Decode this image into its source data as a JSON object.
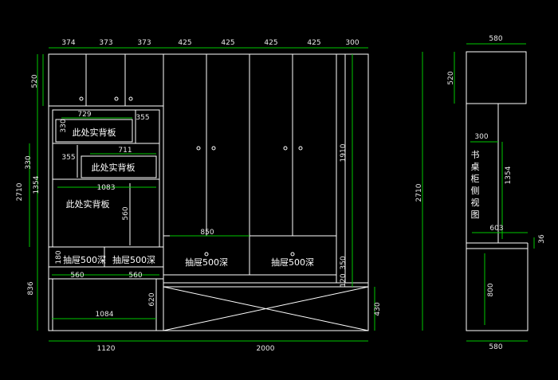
{
  "colors": {
    "background": "#000000",
    "outline": "#ffffff",
    "dimension": "#00c800",
    "text": "#ffffff"
  },
  "dims_top": [
    "374",
    "373",
    "373",
    "425",
    "425",
    "425",
    "425",
    "300"
  ],
  "dims_bottom": [
    "1120",
    "2000"
  ],
  "dims_left_outer": [
    "520",
    "2710",
    "836"
  ],
  "dims_left_inner": [
    "1354",
    "330"
  ],
  "dims_inner": {
    "d729": "729",
    "d355a": "355",
    "d330": "330",
    "d711": "711",
    "d355b": "355",
    "d1083": "1083",
    "d560v": "560",
    "d180": "180",
    "d560a": "560",
    "d560b": "560",
    "d1084": "1084",
    "d620": "620",
    "d850": "850",
    "d1910": "1910",
    "d350": "350",
    "d120": "120",
    "d430": "430"
  },
  "labels": {
    "backboard_1": "此处实背板",
    "backboard_2": "此处实背板",
    "backboard_3": "此处实背板",
    "drawer_1": "抽屉500深",
    "drawer_2": "抽屉500深",
    "drawer_3": "抽屉500深",
    "drawer_4": "抽屉500深"
  },
  "side_view": {
    "title_chars": [
      "书",
      "桌",
      "柜",
      "侧",
      "视",
      "图"
    ],
    "dims": {
      "top": "580",
      "bottom": "580",
      "d520": "520",
      "d2710": "2710",
      "d300": "300",
      "d1354": "1354",
      "d603": "603",
      "d36": "36",
      "d800": "800"
    }
  }
}
